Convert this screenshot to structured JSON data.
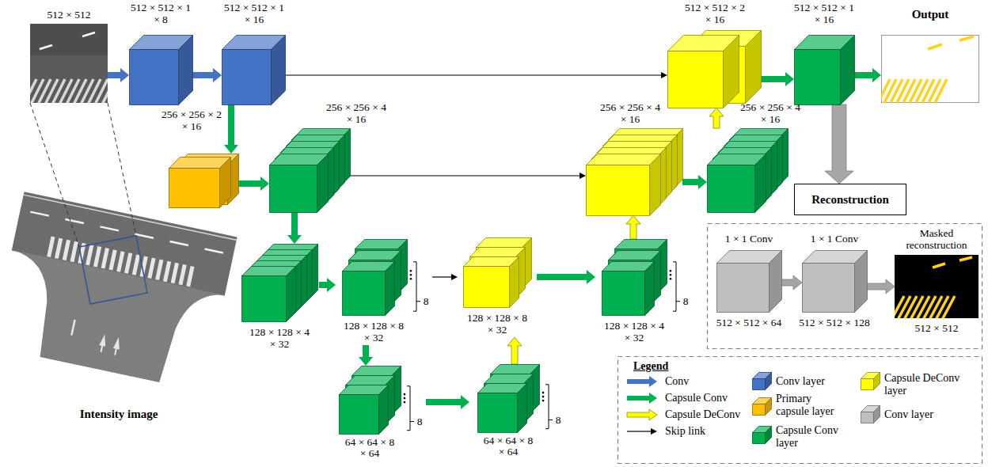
{
  "diagram": {
    "nodes": [
      {
        "text": [
          "512 × 512"
        ]
      },
      {
        "text": [
          "512 × 512 × 1 × 8"
        ]
      },
      {
        "text": [
          "512 × 512 × 1 × 16"
        ]
      },
      {
        "text": [
          "512 × 512 × 2 × 16"
        ]
      },
      {
        "text": [
          "512 × 512 × 1 × 16"
        ]
      },
      {
        "text": [
          "Output"
        ]
      },
      {
        "text": [
          "256 × 256 × 2 × 16"
        ]
      },
      {
        "text": [
          "256 × 256 × 4 × 16"
        ]
      },
      {
        "text": [
          "256 × 256 × 4 × 16"
        ]
      },
      {
        "text": [
          "256 × 256 × 4 × 16"
        ]
      },
      {
        "text": [
          "Reconstruction"
        ]
      },
      {
        "text": [
          "Intensity image"
        ]
      },
      {
        "text": [
          "128 × 128 × 4 × 32"
        ]
      },
      {
        "text": [
          "128 × 128 × 8 × 32",
          "8"
        ]
      },
      {
        "text": [
          "128 × 128 × 8 × 32"
        ]
      },
      {
        "text": [
          "128 × 128 × 4 × 32",
          "8"
        ]
      },
      {
        "text": [
          "1 × 1 Conv",
          "512 × 512 × 64"
        ]
      },
      {
        "text": [
          "1 × 1 Conv",
          "512 × 512 × 128"
        ]
      },
      {
        "text": [
          "Masked reconstruction",
          "512 × 512"
        ]
      },
      {
        "text": [
          "64 × 64 × 8 × 64",
          "8"
        ]
      },
      {
        "text": [
          "64 × 64 × 8 × 64",
          "8"
        ]
      }
    ],
    "edges": [
      {
        "from": 0,
        "to": 1,
        "arrow": "to"
      },
      {
        "from": 1,
        "to": 2,
        "arrow": "to"
      },
      {
        "from": 2,
        "to": 3,
        "arrow": "to"
      },
      {
        "from": 3,
        "to": 4,
        "arrow": "to"
      },
      {
        "from": 4,
        "to": 5,
        "arrow": "to"
      },
      {
        "from": 2,
        "to": 6,
        "arrow": "to"
      },
      {
        "from": 6,
        "to": 7,
        "arrow": "to"
      },
      {
        "from": 7,
        "to": 8,
        "arrow": "to"
      },
      {
        "from": 8,
        "to": 9,
        "arrow": "to"
      },
      {
        "from": 9,
        "to": 3,
        "arrow": "to"
      },
      {
        "from": 4,
        "to": 10,
        "arrow": "to"
      },
      {
        "from": 7,
        "to": 12,
        "arrow": "to"
      },
      {
        "from": 12,
        "to": 13,
        "arrow": "to"
      },
      {
        "from": 13,
        "to": 14,
        "arrow": "to"
      },
      {
        "from": 13,
        "to": 19,
        "arrow": "to"
      },
      {
        "from": 19,
        "to": 20,
        "arrow": "to"
      },
      {
        "from": 20,
        "to": 14,
        "arrow": "to"
      },
      {
        "from": 14,
        "to": 15,
        "arrow": "to"
      },
      {
        "from": 15,
        "to": 8,
        "arrow": "to"
      },
      {
        "from": 16,
        "to": 17,
        "arrow": "to"
      },
      {
        "from": 17,
        "to": 18,
        "arrow": "to"
      }
    ],
    "labels": [
      "Legend"
    ],
    "legend": [
      {
        "text": "Conv"
      },
      {
        "text": "Capsule Conv"
      },
      {
        "text": "Capsule DeConv"
      },
      {
        "text": "Skip link"
      },
      {
        "text": "Conv layer",
        "color": "#4472c4"
      },
      {
        "text": "Primary capsule layer",
        "color": "#ffc000"
      },
      {
        "text": "Capsule Conv layer",
        "color": "#00b050"
      },
      {
        "text": "Capsule DeConv layer",
        "color": "#ffff00"
      },
      {
        "text": "Conv layer",
        "color": "#bfbfbf"
      }
    ]
  }
}
